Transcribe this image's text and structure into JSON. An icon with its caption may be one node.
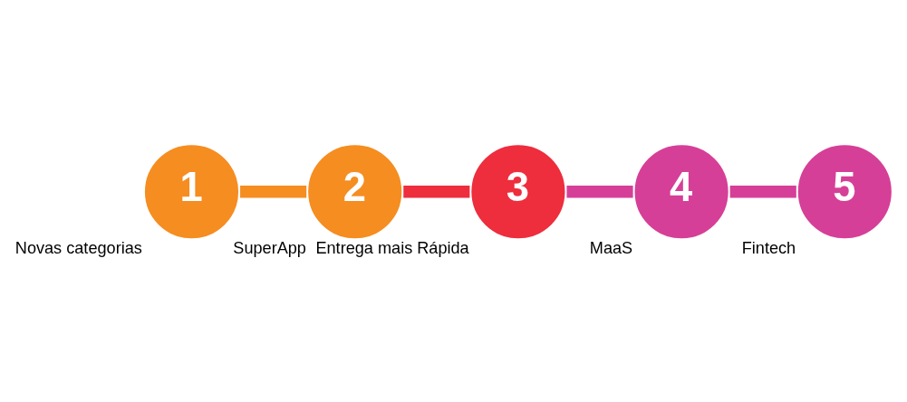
{
  "diagram": {
    "nodes": [
      {
        "text": [
          "1"
        ],
        "beside": [
          "Novas categorias"
        ]
      },
      {
        "text": [
          "2"
        ],
        "beside": [
          "SuperApp"
        ]
      },
      {
        "text": [
          "3"
        ],
        "beside": [
          "Entrega mais Rápida"
        ]
      },
      {
        "text": [
          "4"
        ],
        "beside": [
          "MaaS"
        ]
      },
      {
        "text": [
          "5"
        ],
        "beside": [
          "Fintech"
        ]
      }
    ],
    "edges": [
      {
        "from": 0,
        "to": 1,
        "arrow": "none",
        "color": "#f58d20"
      },
      {
        "from": 1,
        "to": 2,
        "arrow": "none",
        "color": "#ee2d3d"
      },
      {
        "from": 2,
        "to": 3,
        "arrow": "none",
        "color": "#d63f97"
      },
      {
        "from": 3,
        "to": 4,
        "arrow": "none",
        "color": "#d63f97"
      }
    ]
  }
}
